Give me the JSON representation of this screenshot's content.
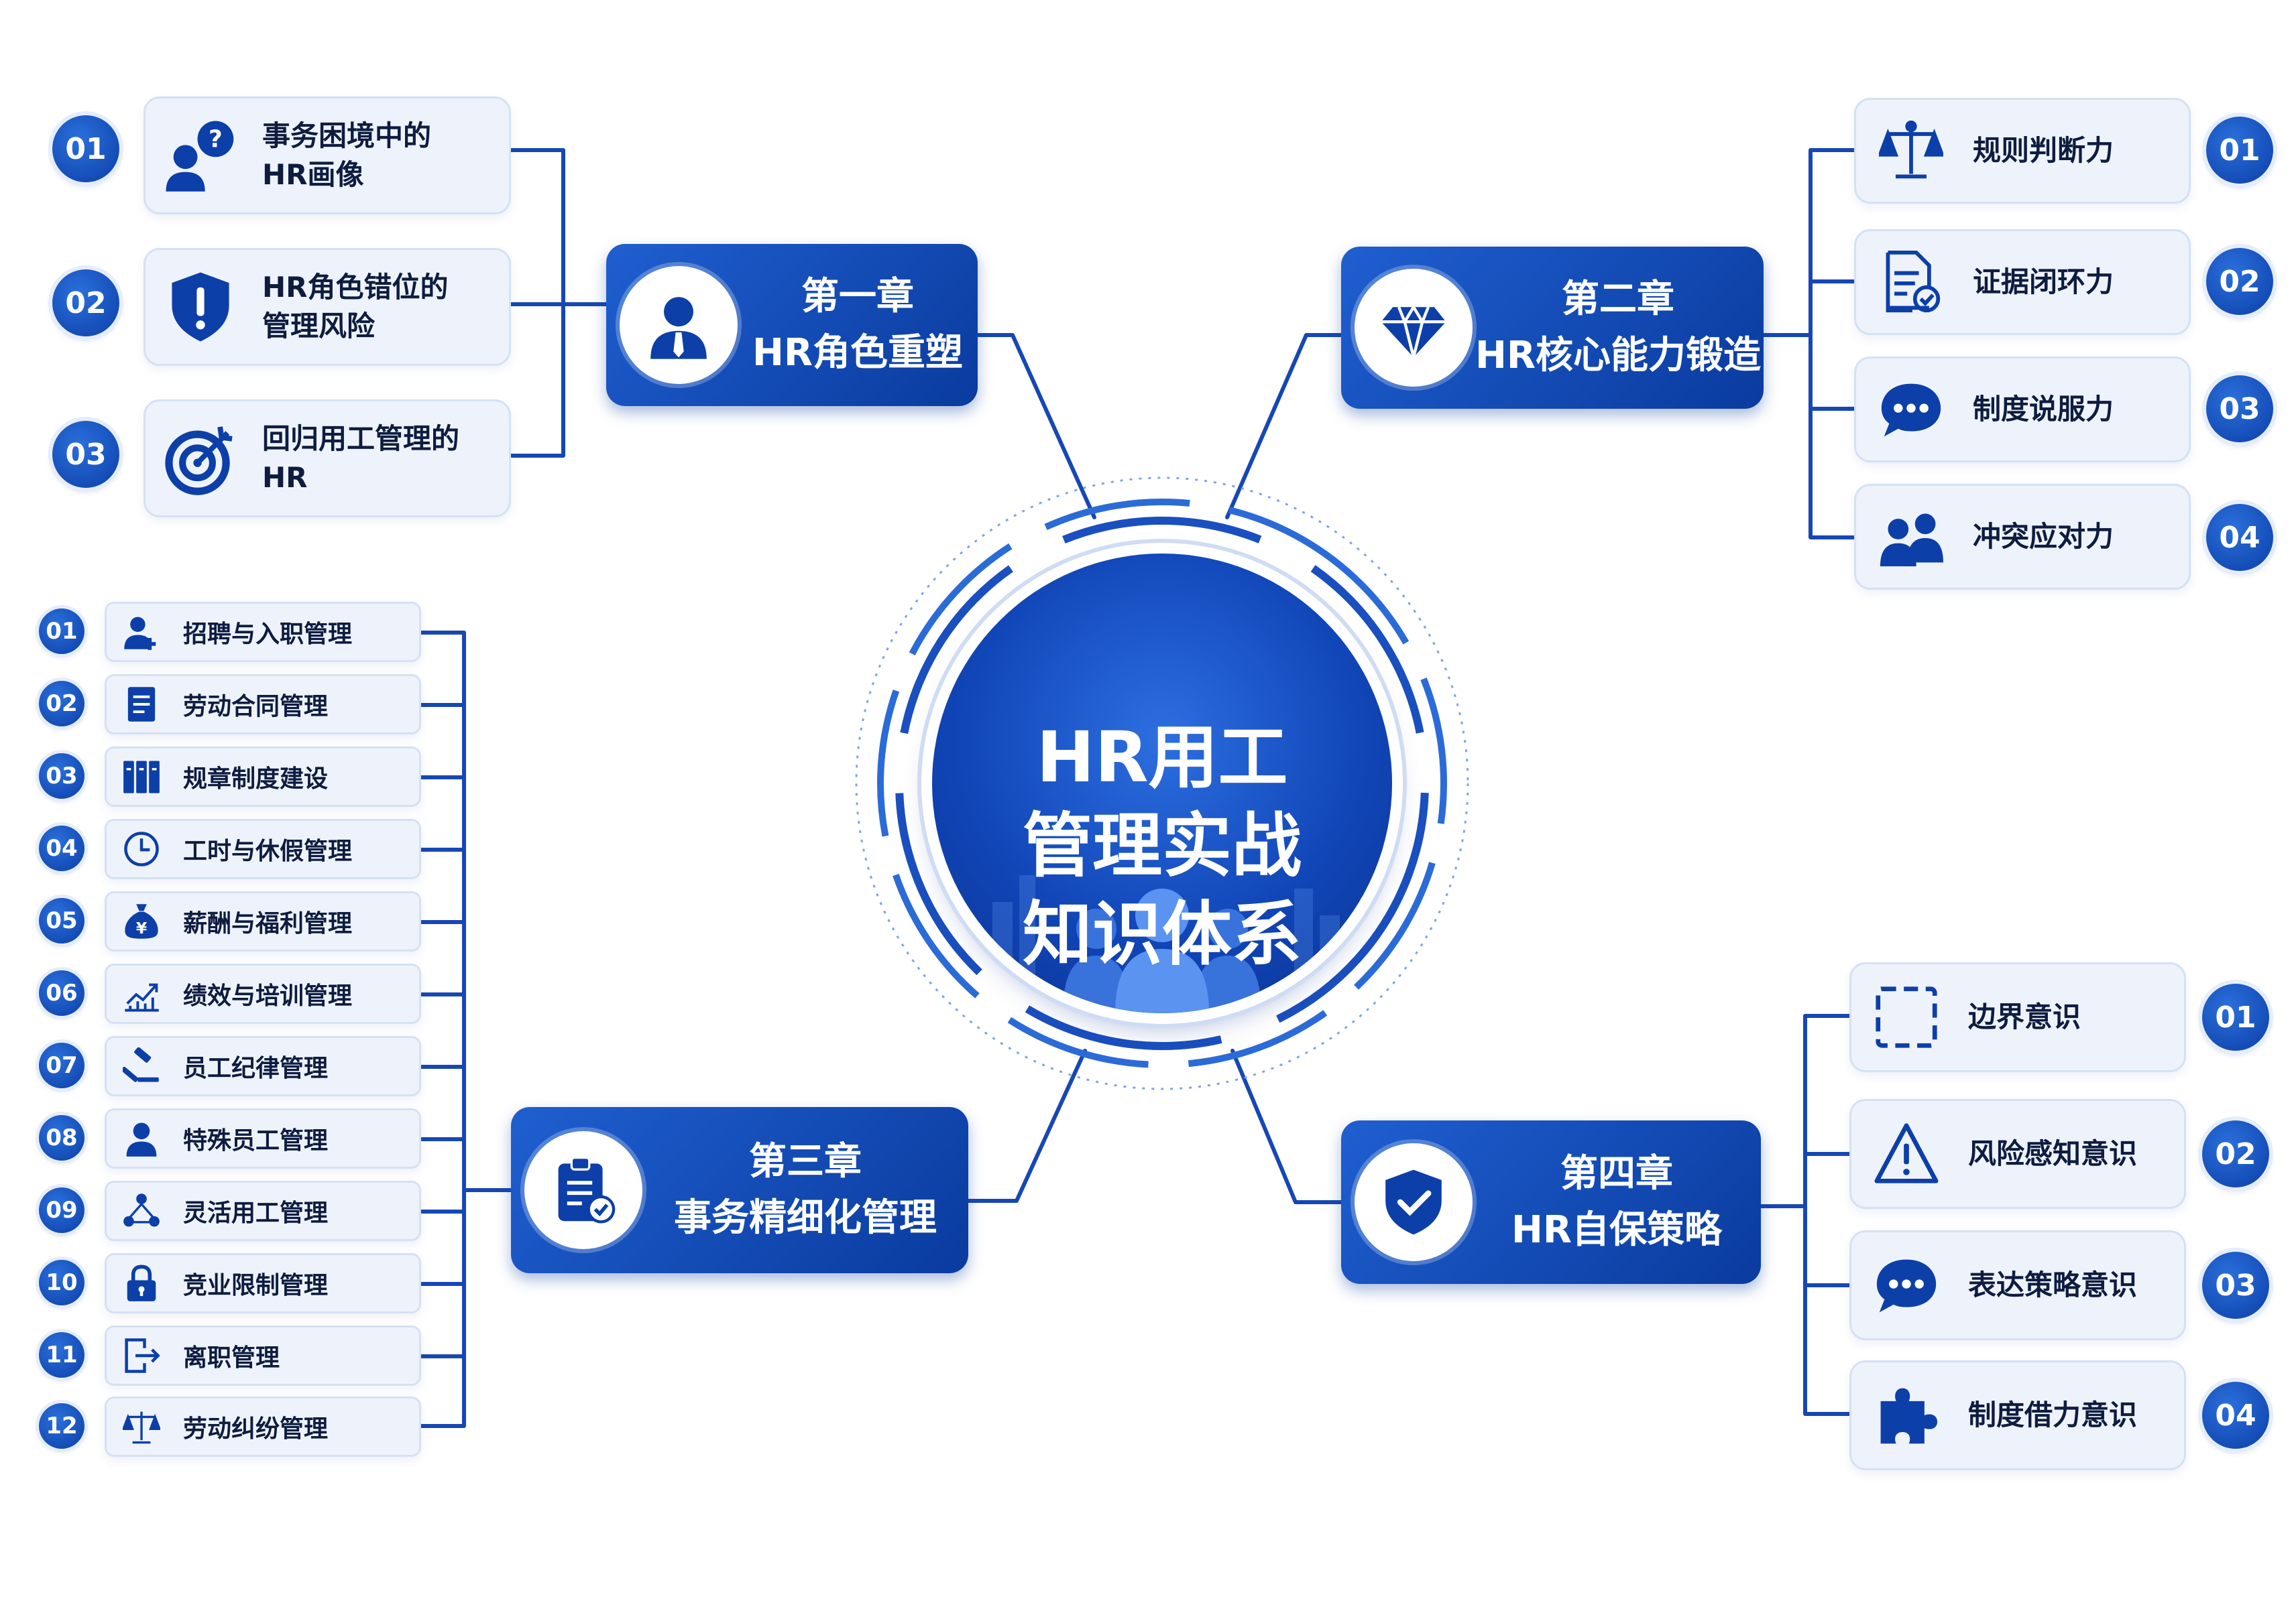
{
  "center": {
    "title": "HR用工\n管理实战\n知识体系"
  },
  "chapters": [
    {
      "label": "第一章\nHR角色重塑",
      "icon": "person-tie-icon",
      "items": [
        {
          "num": "01",
          "label": "事务困境中的\nHR画像",
          "icon": "person-question-icon"
        },
        {
          "num": "02",
          "label": "HR角色错位的\n管理风险",
          "icon": "shield-alert-icon"
        },
        {
          "num": "03",
          "label": "回归用工管理的\nHR",
          "icon": "target-icon"
        }
      ]
    },
    {
      "label": "第二章\nHR核心能力锻造",
      "icon": "diamond-icon",
      "items": [
        {
          "num": "01",
          "label": "规则判断力",
          "icon": "scales-icon"
        },
        {
          "num": "02",
          "label": "证据闭环力",
          "icon": "document-check-icon"
        },
        {
          "num": "03",
          "label": "制度说服力",
          "icon": "chat-bubble-icon"
        },
        {
          "num": "04",
          "label": "冲突应对力",
          "icon": "people-icon"
        }
      ]
    },
    {
      "label": "第三章\n事务精细化管理",
      "icon": "clipboard-check-icon",
      "items": [
        {
          "num": "01",
          "label": "招聘与入职管理",
          "icon": "user-plus-icon"
        },
        {
          "num": "02",
          "label": "劳动合同管理",
          "icon": "document-icon"
        },
        {
          "num": "03",
          "label": "规章制度建设",
          "icon": "binders-icon"
        },
        {
          "num": "04",
          "label": "工时与休假管理",
          "icon": "clock-icon"
        },
        {
          "num": "05",
          "label": "薪酬与福利管理",
          "icon": "money-bag-icon"
        },
        {
          "num": "06",
          "label": "绩效与培训管理",
          "icon": "growth-chart-icon"
        },
        {
          "num": "07",
          "label": "员工纪律管理",
          "icon": "gavel-icon"
        },
        {
          "num": "08",
          "label": "特殊员工管理",
          "icon": "user-icon"
        },
        {
          "num": "09",
          "label": "灵活用工管理",
          "icon": "network-icon"
        },
        {
          "num": "10",
          "label": "竞业限制管理",
          "icon": "lock-icon"
        },
        {
          "num": "11",
          "label": "离职管理",
          "icon": "exit-icon"
        },
        {
          "num": "12",
          "label": "劳动纠纷管理",
          "icon": "scales-icon"
        }
      ]
    },
    {
      "label": "第四章\nHR自保策略",
      "icon": "shield-check-icon",
      "items": [
        {
          "num": "01",
          "label": "边界意识",
          "icon": "dashed-square-icon"
        },
        {
          "num": "02",
          "label": "风险感知意识",
          "icon": "warning-icon"
        },
        {
          "num": "03",
          "label": "表达策略意识",
          "icon": "chat-dots-icon"
        },
        {
          "num": "04",
          "label": "制度借力意识",
          "icon": "puzzle-icon"
        }
      ]
    }
  ],
  "colors": {
    "primary": "#0c3fa8",
    "accent": "#1f5fd0",
    "card_bg": "#eef3fb",
    "text": "#0e1c40"
  }
}
